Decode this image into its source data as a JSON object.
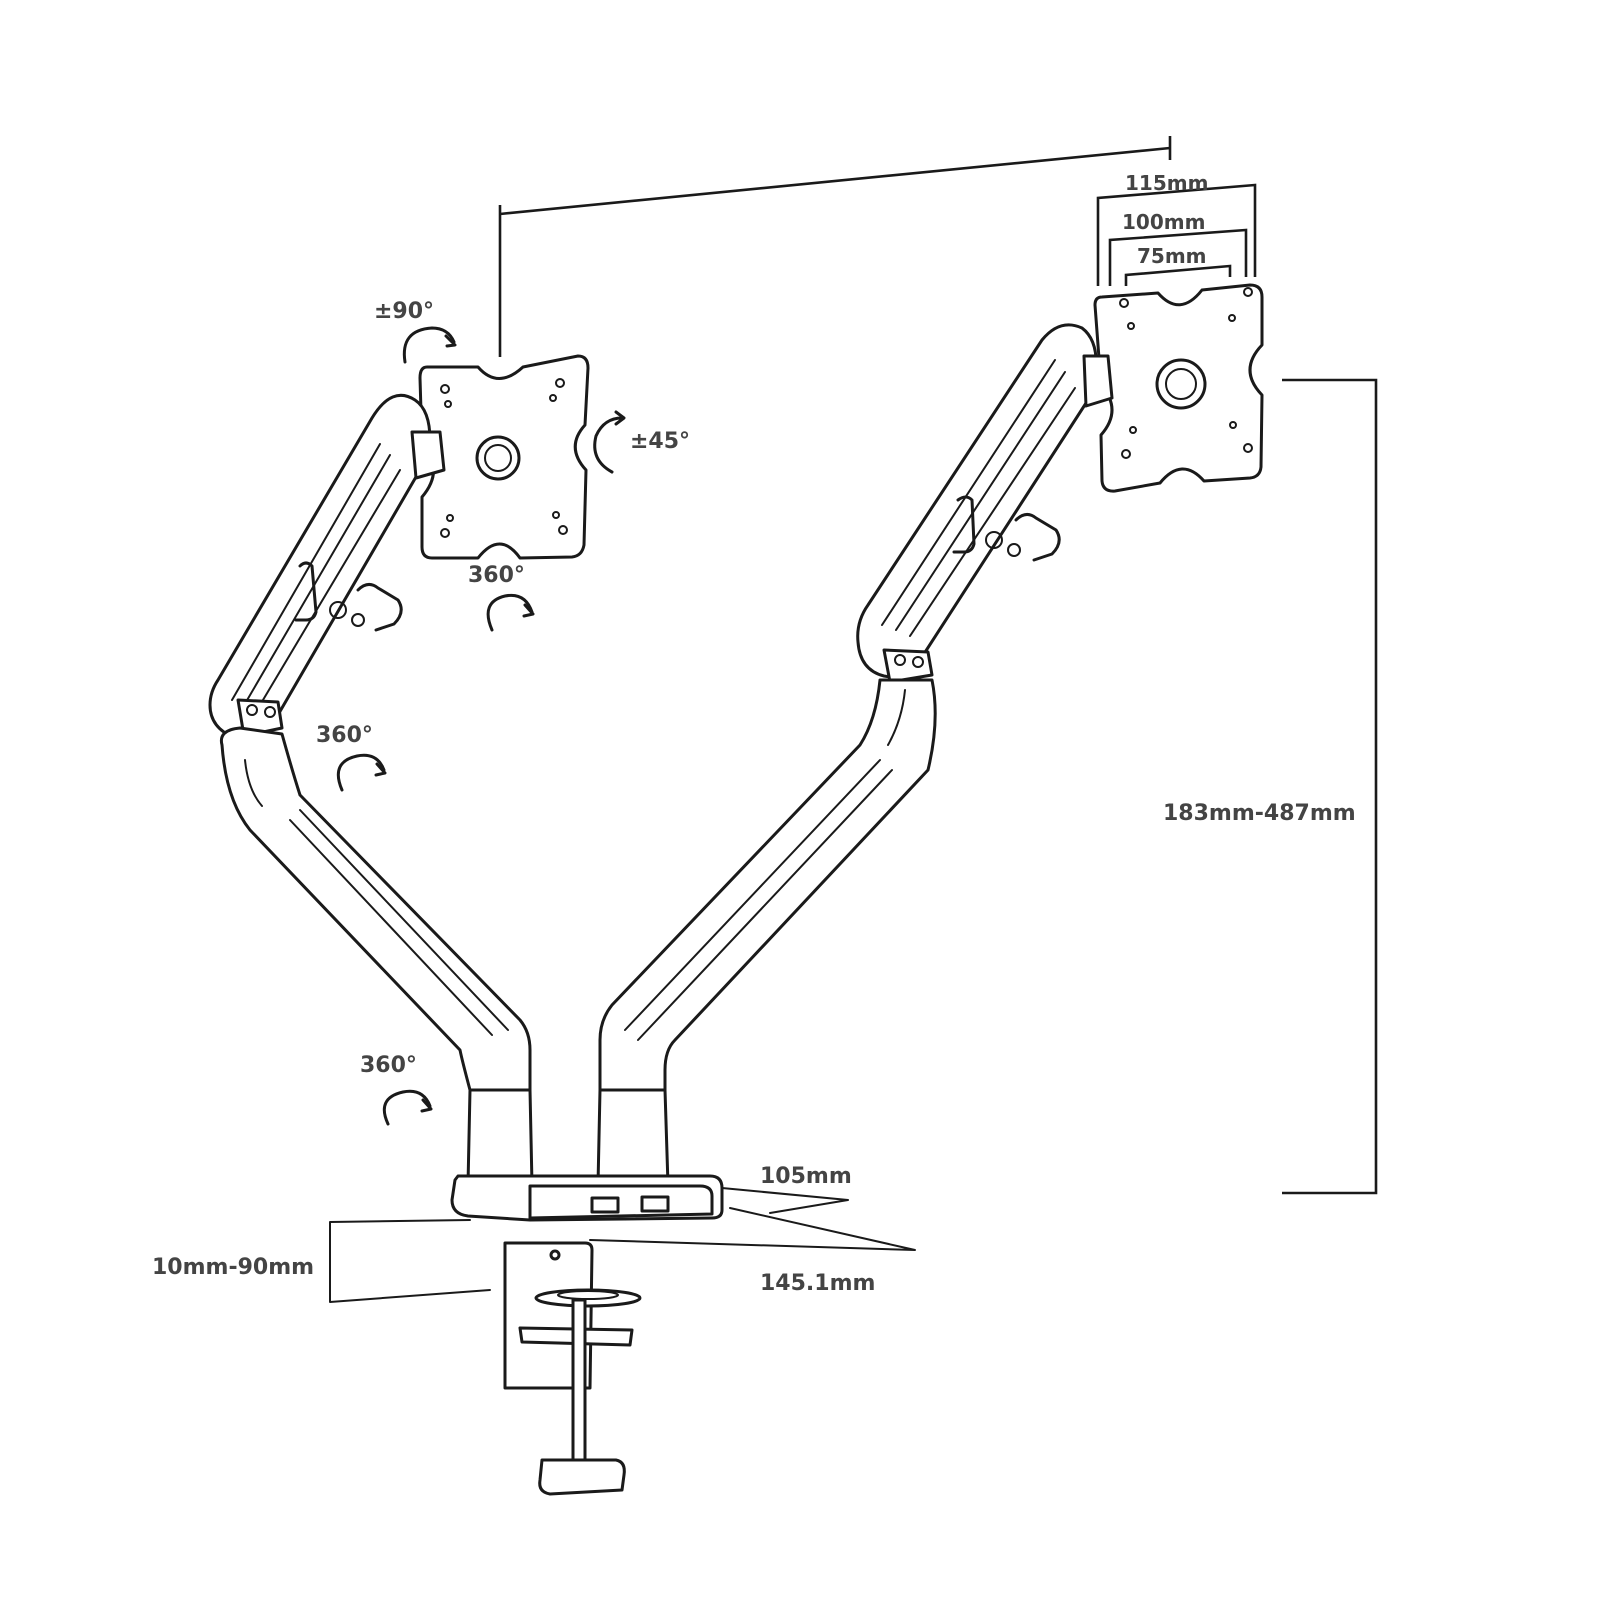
{
  "dimensions": {
    "vesa_115": "115mm",
    "vesa_100": "100mm",
    "vesa_75": "75mm",
    "height_range": "183mm-487mm",
    "base_depth": "105mm",
    "base_width": "145.1mm",
    "clamp_range": "10mm-90mm"
  },
  "rotations": {
    "tilt_90": "±90°",
    "tilt_45": "±45°",
    "plate_swivel": "360°",
    "elbow_swivel": "360°",
    "base_swivel": "360°"
  },
  "colors": {
    "line": "#1a1a1a",
    "label": "#444444",
    "background": "#ffffff"
  }
}
